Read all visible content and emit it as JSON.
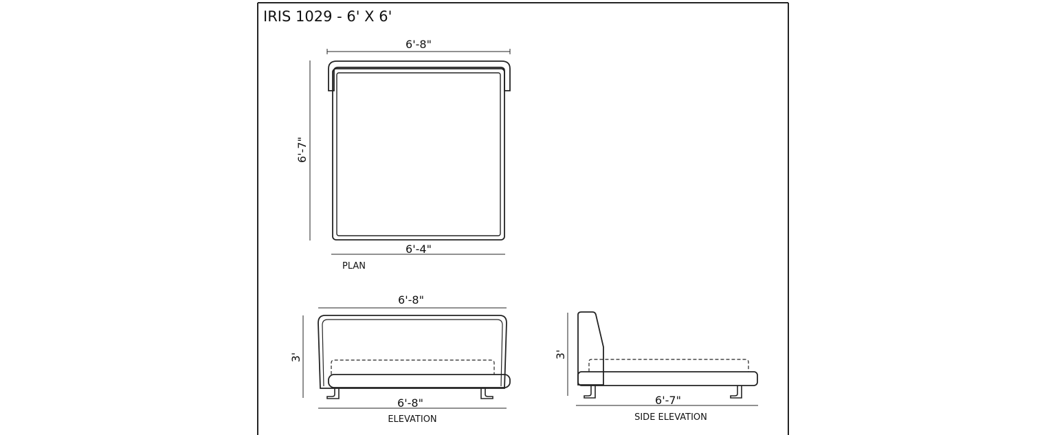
{
  "title": "IRIS 1029 - 6' X 6'",
  "plan": {
    "label": "PLAN",
    "top_dim": "6'-8\"",
    "side_dim": "6'-7\"",
    "bottom_dim": "6'-4\""
  },
  "elevation": {
    "label": "ELEVATION",
    "top_dim": "6'-8\"",
    "height_dim": "3'",
    "bottom_dim": "6'-8\""
  },
  "side_elevation": {
    "label": "SIDE ELEVATION",
    "height_dim": "3'",
    "bottom_dim": "6'-7\""
  }
}
